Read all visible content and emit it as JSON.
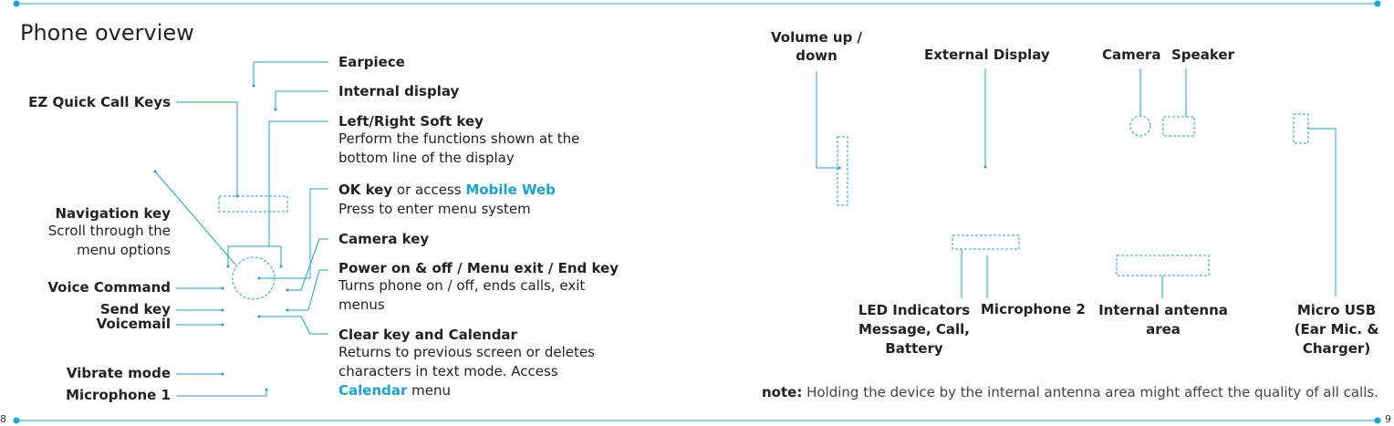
{
  "title": "Phone overview",
  "page_left": "8",
  "page_right": "9",
  "left_callouts": {
    "earpiece": "Earpiece",
    "internal_display": "Internal display",
    "soft_key": {
      "name": "Left/Right Soft key",
      "desc1": "Perform the functions shown at the",
      "desc2": "bottom line of the display"
    },
    "ok_key": {
      "name": "OK key",
      "mid": " or access ",
      "link": "Mobile Web",
      "desc": "Press to enter menu system"
    },
    "camera_key": "Camera key",
    "power_key": {
      "name": "Power on & off / Menu exit / End key",
      "desc1": "Turns phone on / off, ends calls, exit",
      "desc2": "menus"
    },
    "clear_key": {
      "name": "Clear key and Calendar",
      "desc1": "Returns to previous screen or deletes",
      "desc2": "characters in text mode. Access",
      "link": "Calendar",
      "tail": " menu"
    },
    "ez_quick": "EZ Quick Call Keys",
    "navigation": {
      "name": "Navigation key",
      "desc1": "Scroll through the",
      "desc2": "menu options"
    },
    "voice_command": "Voice Command",
    "send_key": "Send key",
    "voicemail": "Voicemail",
    "vibrate": "Vibrate mode",
    "mic1": "Microphone 1"
  },
  "right_callouts": {
    "volume": {
      "line1": "Volume up /",
      "line2": "down"
    },
    "external_display": "External Display",
    "camera": "Camera",
    "speaker": "Speaker",
    "led": {
      "line1": "LED Indicators",
      "line2": "Message, Call,",
      "line3": "Battery"
    },
    "mic2": "Microphone 2",
    "antenna": {
      "line1": "Internal antenna",
      "line2": "area"
    },
    "usb": {
      "line1": "Micro USB",
      "line2": "(Ear Mic. &",
      "line3": "Charger)"
    }
  },
  "note": {
    "label": "note:",
    "text": " Holding the device by the internal antenna area might affect the quality of all calls."
  },
  "colors": {
    "accent": "#13a5dc",
    "text": "#222222"
  }
}
